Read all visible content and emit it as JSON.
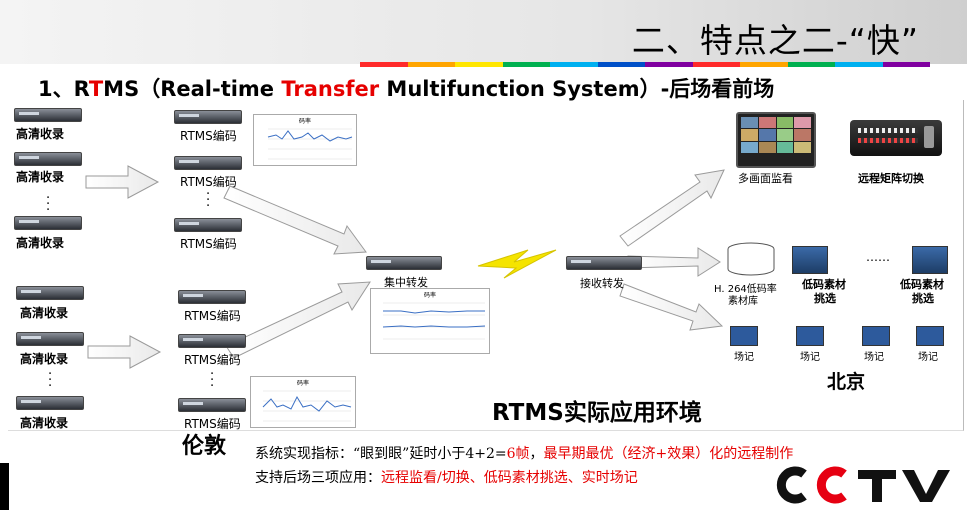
{
  "header": {
    "title": "二、特点之二-“快”",
    "strip_colors": [
      "#ff2a2a",
      "#ffa500",
      "#ffe600",
      "#00b050",
      "#00b0f0",
      "#0050c8",
      "#8000a0",
      "#ff2a2a",
      "#ffa500",
      "#00b050",
      "#00b0f0",
      "#8000a0"
    ]
  },
  "subtitle": {
    "prefix": "1、R",
    "t1": "T",
    "mid1": "MS（Real-time ",
    "transfer": "Transfer",
    "rest": " Multifunction System）-后场看前场"
  },
  "diagram": {
    "recorder_label": "高清收录",
    "encoder_label": "RTMS编码",
    "hub_label": "集中转发",
    "receiver_label": "接收转发",
    "chart_caption": "码率",
    "multiview_label": "多画面监看",
    "matrix_label": "远程矩阵切换",
    "library_label_1": "H. 264低码率",
    "library_label_2": "素材库",
    "pick_label_1": "低码素材",
    "pick_label_2": "挑选",
    "ellipsis": "……",
    "log_label": "场记",
    "env_label": "RTMS实际应用环境",
    "london": "伦敦",
    "beijing": "北京"
  },
  "notes": {
    "metric_prefix": "系统实现指标：“眼到眼”延时小于",
    "metric_42": "4+2=",
    "metric_6": "6帧",
    "metric_sep": "，",
    "metric_red": "最早期最优（经济+效果）化的远程制作",
    "support_prefix": "支持后场三项应用：",
    "support_red": "远程监看/切换、低码素材挑选、实时场记"
  },
  "logo": {
    "text": "CCTV",
    "color": "#e60012"
  }
}
